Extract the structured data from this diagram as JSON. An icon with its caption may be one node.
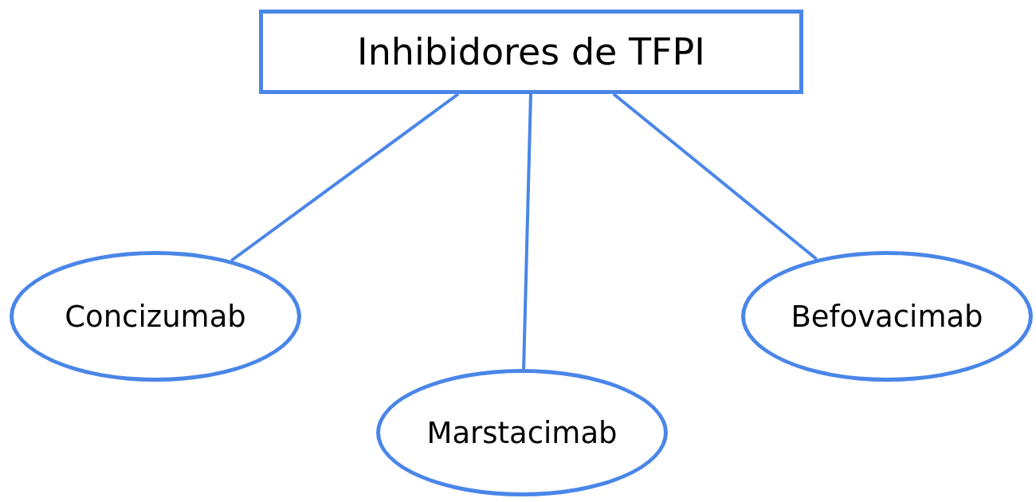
{
  "diagram": {
    "nodes": [
      {
        "text": [
          "Inhibidores de TFPI"
        ]
      },
      {
        "text": [
          "Concizumab"
        ]
      },
      {
        "text": [
          "Marstacimab"
        ]
      },
      {
        "text": [
          "Befovacimab"
        ]
      }
    ],
    "edges": [
      {
        "from": 0,
        "to": 1,
        "arrow": "none"
      },
      {
        "from": 0,
        "to": 2,
        "arrow": "none"
      },
      {
        "from": 0,
        "to": 3,
        "arrow": "none"
      }
    ]
  }
}
